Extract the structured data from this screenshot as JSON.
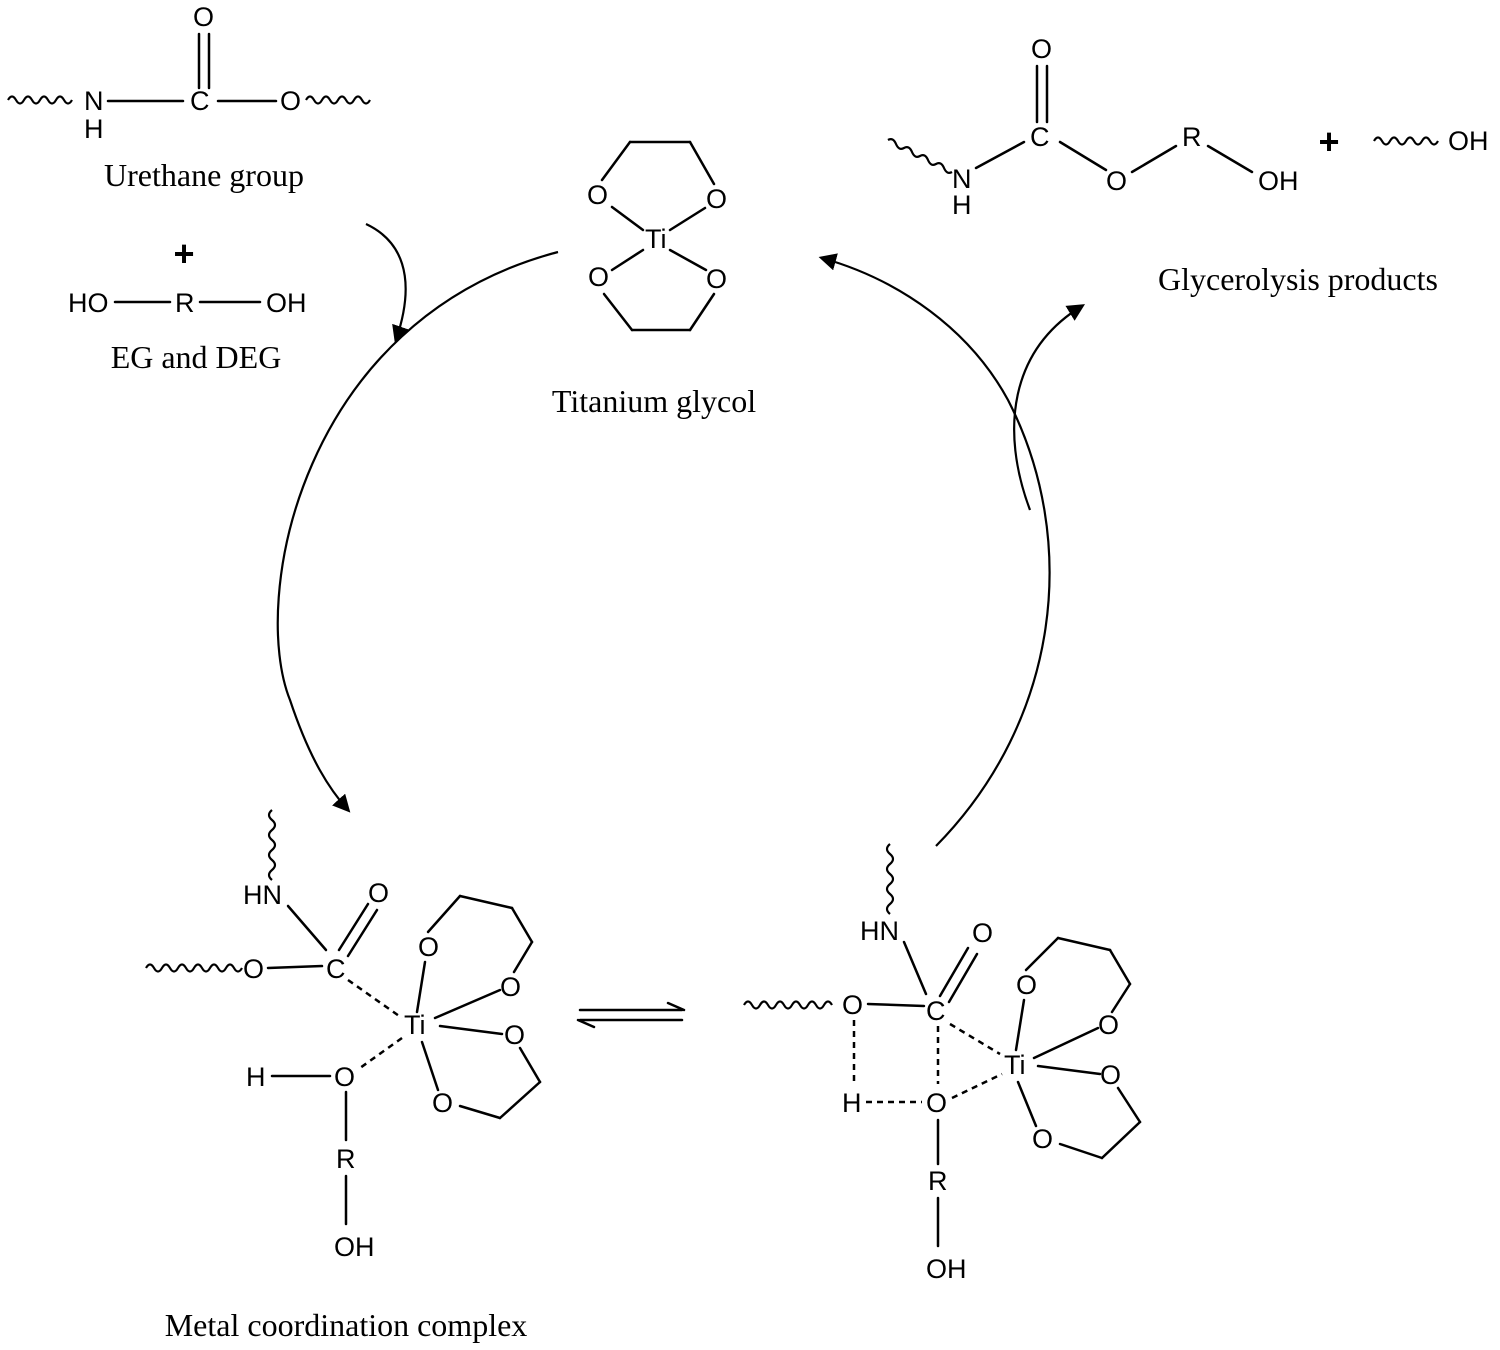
{
  "labels": {
    "urethane": "Urethane group",
    "eg_deg": "EG and DEG",
    "titanium": "Titanium glycol",
    "glycerolysis": "Glycerolysis products",
    "complex": "Metal coordination complex"
  },
  "atoms": {
    "O": "O",
    "C": "C",
    "N": "N",
    "H": "H",
    "HN": "HN",
    "HO": "HO",
    "OH": "OH",
    "R": "R",
    "Ti": "Ti",
    "plus": "+"
  }
}
